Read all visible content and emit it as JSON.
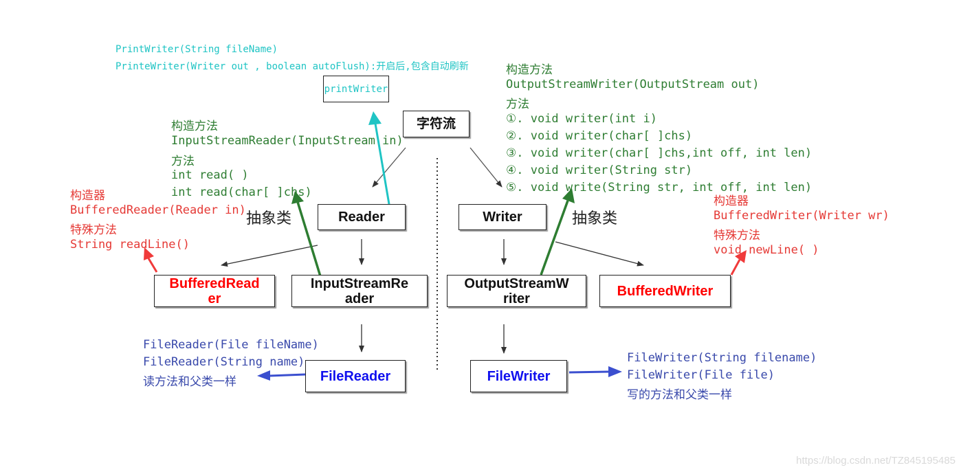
{
  "boxes": {
    "char_stream": "字符流",
    "print_writer": "printWriter",
    "reader": "Reader",
    "writer": "Writer",
    "buffered_reader": [
      "BufferedRead",
      "er"
    ],
    "input_stream_reader": [
      "InputStreamRe",
      "ader"
    ],
    "output_stream_writer": [
      "OutputStreamW",
      "riter"
    ],
    "buffered_writer": "BufferedWriter",
    "file_reader": "FileReader",
    "file_writer": "FileWriter"
  },
  "labels": {
    "abstract_left": "抽象类",
    "abstract_right": "抽象类"
  },
  "notes": {
    "print_writer": [
      "PrintWriter(String fileName)",
      "PrinteWriter(Writer out , boolean autoFlush):开启后,包含自动刷新"
    ],
    "input_stream_reader": [
      "构造方法",
      "InputStreamReader(InputStream in)",
      "方法",
      "int read( )",
      "int read(char[ ]chs)"
    ],
    "output_stream_writer": [
      "构造方法",
      "OutputStreamWriter(OutputStream out)",
      "方法",
      "①. void writer(int i)",
      "②. void writer(char[ ]chs)",
      "③. void writer(char[ ]chs,int off, int len)",
      "④. void writer(String str)",
      "⑤. void write(String str, int off, int len)"
    ],
    "buffered_reader": [
      "构造器",
      "BufferedReader(Reader in)",
      "特殊方法",
      "String readLine()"
    ],
    "buffered_writer": [
      "构造器",
      "BufferedWriter(Writer wr)",
      "特殊方法",
      "void newLine( )"
    ],
    "file_reader": [
      "FileReader(File fileName)",
      "FileReader(String name)",
      "读方法和父类一样"
    ],
    "file_writer": [
      "FileWriter(String filename)",
      "FileWriter(File file)",
      "写的方法和父类一样"
    ]
  },
  "watermark": "https://blog.csdn.net/TZ845195485",
  "colors": {
    "note_green": "#2e7d32",
    "note_red": "#e53935",
    "note_blue": "#3949ab",
    "note_cyan": "#1fc4c4",
    "arrow_green": "#2e7d32",
    "arrow_cyan": "#1fc4c4",
    "arrow_red": "#f03a3a",
    "arrow_blue": "#3b4fcf",
    "box_red_text": "#ff0000",
    "box_blue_text": "#1010ee"
  }
}
